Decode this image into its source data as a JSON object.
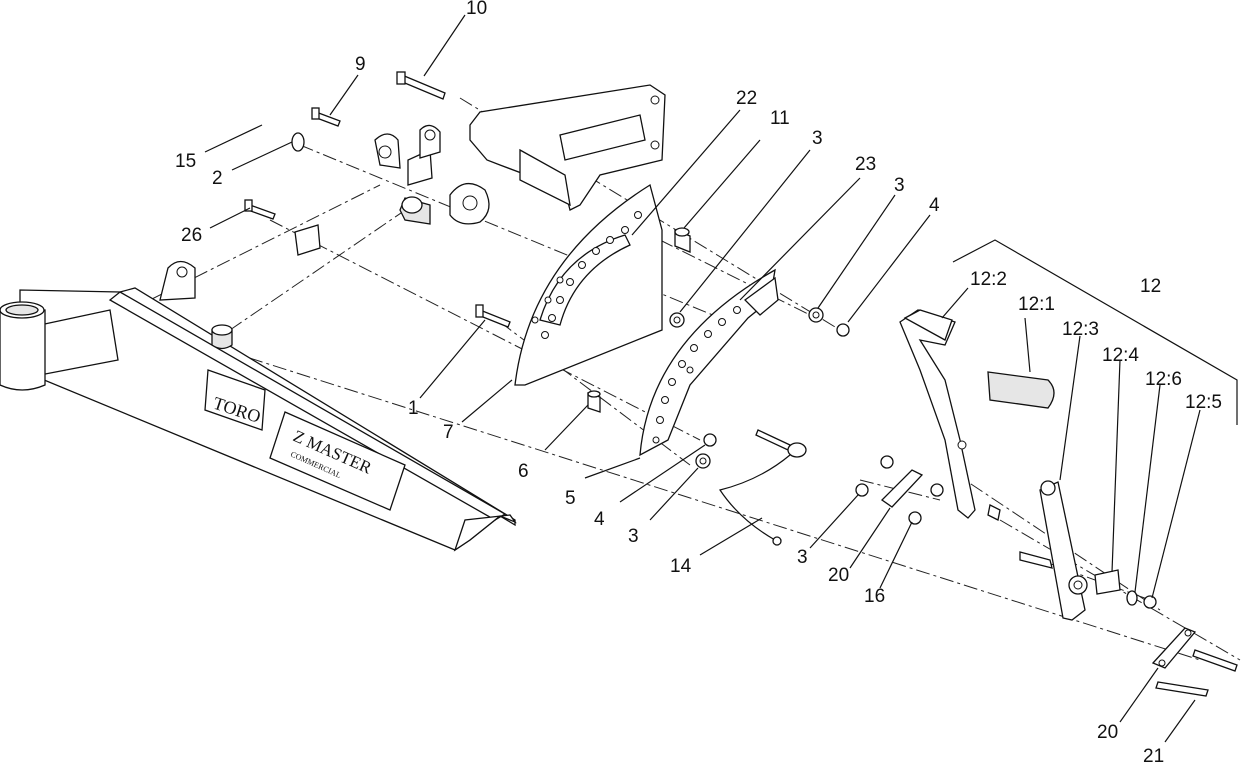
{
  "diagram": {
    "brand_logo": "TORO",
    "model_name": "Z MASTER",
    "model_sub": "COMMERCIAL",
    "callouts": [
      "10",
      "9",
      "15",
      "2",
      "26",
      "1",
      "7",
      "22",
      "11",
      "3",
      "23",
      "3",
      "4",
      "6",
      "5",
      "4",
      "3",
      "14",
      "12:2",
      "12:1",
      "12",
      "12:3",
      "12:4",
      "12:6",
      "12:5",
      "3",
      "20",
      "16",
      "20",
      "21"
    ]
  }
}
